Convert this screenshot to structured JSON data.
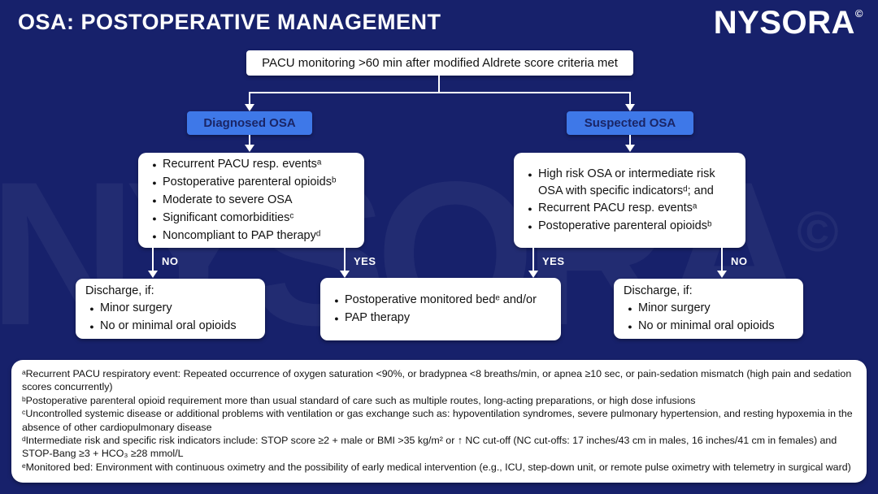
{
  "page": {
    "title": "OSA: POSTOPERATIVE MANAGEMENT",
    "logo_text": "NYSORA",
    "logo_mark": "©",
    "watermark_text": "NYSORA",
    "watermark_mark": "©"
  },
  "colors": {
    "background": "#17216B",
    "accent_blue": "#3E78E8",
    "accent_blue_text": "#1A2566",
    "box_white": "#FFFFFF",
    "text_dark": "#121212",
    "line_white": "#FFFFFF"
  },
  "ui": {
    "bullet_char": "●"
  },
  "flowchart": {
    "root_label": "PACU monitoring >60 min after modified Aldrete score criteria met",
    "branches": [
      {
        "label": "Diagnosed OSA",
        "criteria": [
          "Recurrent PACU resp. eventsᵃ",
          "Postoperative parenteral opioidsᵇ",
          "Moderate to severe OSA",
          "Significant comorbiditiesᶜ",
          "Noncompliant to PAP therapyᵈ"
        ]
      },
      {
        "label": "Suspected OSA",
        "criteria": [
          "High risk OSA or intermediate risk OSA with specific indicatorsᵈ; and",
          "Recurrent PACU resp. eventsᵃ",
          "Postoperative parenteral opioidsᵇ"
        ]
      }
    ],
    "edge_labels": {
      "left_no": "NO",
      "left_yes": "YES",
      "right_yes": "YES",
      "right_no": "NO"
    },
    "outcomes": {
      "discharge_left": {
        "title": "Discharge, if:",
        "items": [
          "Minor surgery",
          "No or minimal oral opioids"
        ]
      },
      "monitored": {
        "items": [
          "Postoperative monitored bedᵉ and/or",
          "PAP therapy"
        ]
      },
      "discharge_right": {
        "title": "Discharge, if:",
        "items": [
          "Minor surgery",
          "No or minimal oral opioids"
        ]
      }
    }
  },
  "footnotes": [
    "ᵃRecurrent PACU respiratory event: Repeated occurrence of oxygen saturation <90%, or bradypnea <8 breaths/min, or apnea ≥10 sec, or pain-sedation mismatch (high pain and sedation scores concurrently)",
    "ᵇPostoperative parenteral opioid requirement more than usual standard of care such as multiple routes, long-acting preparations, or high dose infusions",
    "ᶜUncontrolled systemic disease or additional problems with ventilation or gas exchange such as: hypoventilation syndromes, severe pulmonary hypertension, and resting hypoxemia in the absence of other cardiopulmonary disease",
    "ᵈIntermediate risk and specific risk indicators include: STOP score ≥2 + male or BMI >35 kg/m² or ↑ NC cut-off (NC cut-offs: 17 inches/43 cm in males, 16 inches/41 cm in females) and STOP-Bang ≥3 + HCO₃ ≥28 mmol/L",
    "ᵉMonitored bed: Environment with continuous oximetry and the possibility of early medical intervention (e.g., ICU, step-down unit, or remote pulse oximetry with telemetry in surgical ward)"
  ]
}
